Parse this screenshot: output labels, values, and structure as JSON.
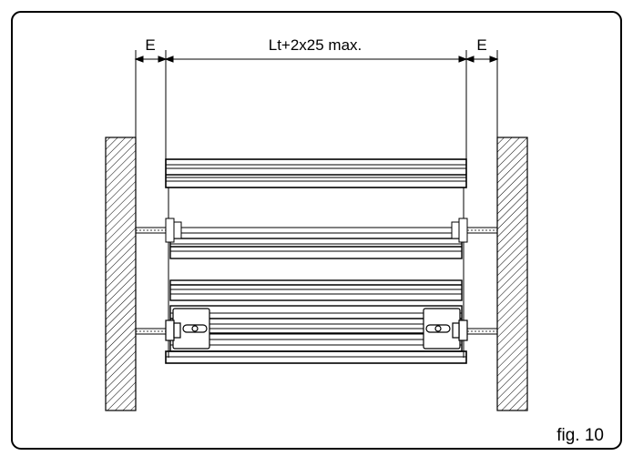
{
  "dimensions": {
    "left_label": "E",
    "center_label": "Lt+2x25 max.",
    "right_label": "E"
  },
  "caption": "fig. 10",
  "colors": {
    "line": "#000000",
    "background": "#ffffff",
    "frame": "#000000"
  }
}
